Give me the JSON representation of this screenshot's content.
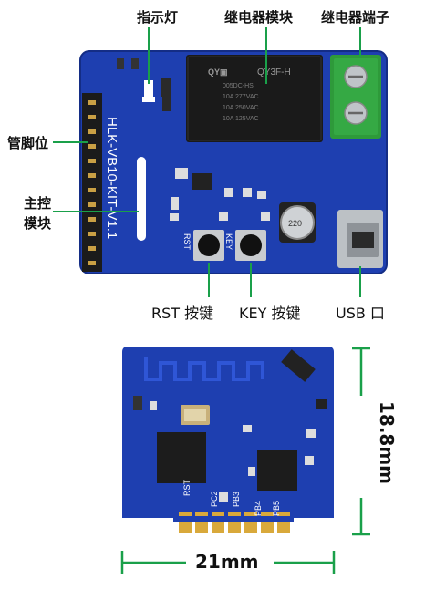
{
  "labels": {
    "indicator_light": "指示灯",
    "relay_module": "继电器模块",
    "relay_terminal": "继电器端子",
    "pins": "管脚位",
    "main_control_line1": "主控",
    "main_control_line2": "模块",
    "rst_button": "RST 按键",
    "key_button": "KEY 按键",
    "usb_port": "USB 口"
  },
  "board_text": {
    "silkscreen_vertical": "HLK-VB10-KIT-V1.1",
    "relay_brand": "QY3F-H",
    "relay_line1": "005DC-HS",
    "relay_line2": "10A 277VAC",
    "relay_line3": "10A 250VAC",
    "relay_line4": "10A 125VAC",
    "capacitor_text": "220",
    "rst_silk": "RST",
    "key_silk": "KEY"
  },
  "module_pins": [
    "RST",
    "PC2",
    "PB3",
    "PB4",
    "PB5"
  ],
  "dimensions": {
    "height": "18.8mm",
    "width": "21mm"
  },
  "colors": {
    "pcb_blue": "#1e3fb0",
    "pcb_blue_dark": "#16318c",
    "relay_black": "#1a1a1a",
    "terminal_green": "#2e9a3a",
    "gold": "#d9a93b",
    "accent_green": "#1aa04a"
  }
}
